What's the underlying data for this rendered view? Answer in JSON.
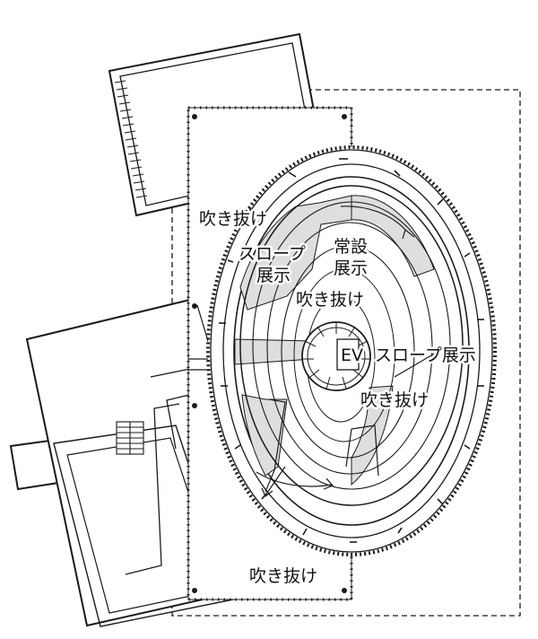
{
  "labels": {
    "void_top": "吹き抜け",
    "slope_exhibit_1": "スロープ",
    "slope_exhibit_2": "展示",
    "permanent_1": "常設",
    "permanent_2": "展示",
    "void_center": "吹き抜け",
    "ev": "EV",
    "slope_exhibit_right": "スロープ展示",
    "void_right": "吹き抜け",
    "void_bottom": "吹き抜け"
  },
  "colors": {
    "line": "#1a1a1a",
    "ramp_fill": "#dedede",
    "background": "#ffffff"
  }
}
